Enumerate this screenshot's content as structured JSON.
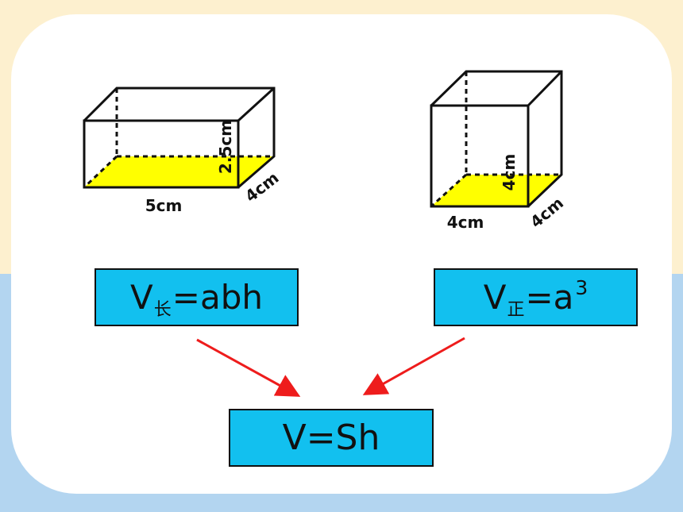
{
  "cuboid": {
    "length_label": "5cm",
    "width_label": "4cm",
    "height_label": "2.5cm"
  },
  "cube": {
    "length_label": "4cm",
    "width_label": "4cm",
    "height_label": "4cm"
  },
  "formulas": {
    "cuboid": {
      "main": "V",
      "subscript": "长",
      "rest": "=abh"
    },
    "cube": {
      "main": "V",
      "subscript": "正",
      "rest": "=a",
      "superscript": "3"
    },
    "general": "V=Sh"
  },
  "colors": {
    "base_fill": "#ffff00",
    "box_fill": "#12c0ef",
    "arrow": "#ee1c1c",
    "top_band": "#fdf0cf",
    "bottom_band": "#b3d5f0"
  }
}
